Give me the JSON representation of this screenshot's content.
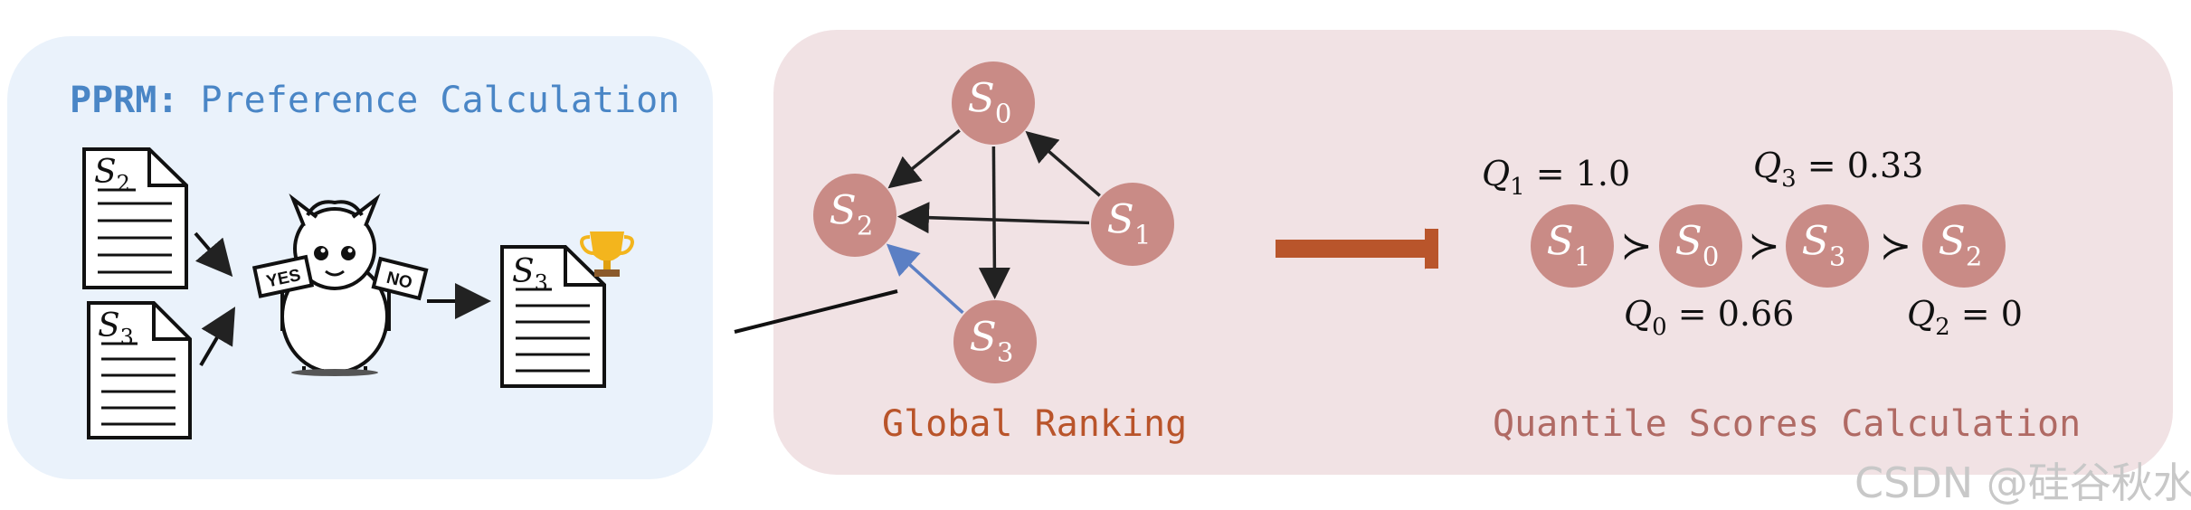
{
  "left": {
    "title_bold": "PPRM:",
    "title_rest": " Preference Calculation",
    "doc_a": {
      "sym": "S",
      "sub": "2"
    },
    "doc_b": {
      "sym": "S",
      "sub": "3"
    },
    "doc_winner": {
      "sym": "S",
      "sub": "3"
    },
    "sign_yes": "YES",
    "sign_no": "NO"
  },
  "graph": {
    "label": "Global Ranking",
    "nodes": [
      {
        "id": "s0",
        "sym": "S",
        "sub": "0"
      },
      {
        "id": "s1",
        "sym": "S",
        "sub": "1"
      },
      {
        "id": "s2",
        "sym": "S",
        "sub": "2"
      },
      {
        "id": "s3",
        "sym": "S",
        "sub": "3"
      }
    ],
    "edges": [
      {
        "from": "s1",
        "to": "s0",
        "color": "#333333"
      },
      {
        "from": "s0",
        "to": "s2",
        "color": "#333333"
      },
      {
        "from": "s1",
        "to": "s2",
        "color": "#333333"
      },
      {
        "from": "s0",
        "to": "s3",
        "color": "#333333"
      },
      {
        "from": "s3",
        "to": "s2",
        "color": "#5b7fc4"
      }
    ]
  },
  "quantile": {
    "label": "Quantile Scores Calculation",
    "order": [
      {
        "sym": "S",
        "sub": "1"
      },
      {
        "sym": "S",
        "sub": "0"
      },
      {
        "sym": "S",
        "sub": "3"
      },
      {
        "sym": "S",
        "sub": "2"
      }
    ],
    "relation": "≻",
    "scores": [
      {
        "sym": "Q",
        "sub": "1",
        "value": "1.0"
      },
      {
        "sym": "Q",
        "sub": "3",
        "value": "0.33"
      },
      {
        "sym": "Q",
        "sub": "0",
        "value": "0.66"
      },
      {
        "sym": "Q",
        "sub": "2",
        "value": "0"
      }
    ]
  },
  "watermark": "CSDN @硅谷秋水",
  "colors": {
    "node_fill": "#c98b86",
    "arrow_brown": "#b9552b",
    "left_bg": "#eaf2fb",
    "right_bg": "#f1e2e4",
    "title_blue": "#4a86c6"
  }
}
